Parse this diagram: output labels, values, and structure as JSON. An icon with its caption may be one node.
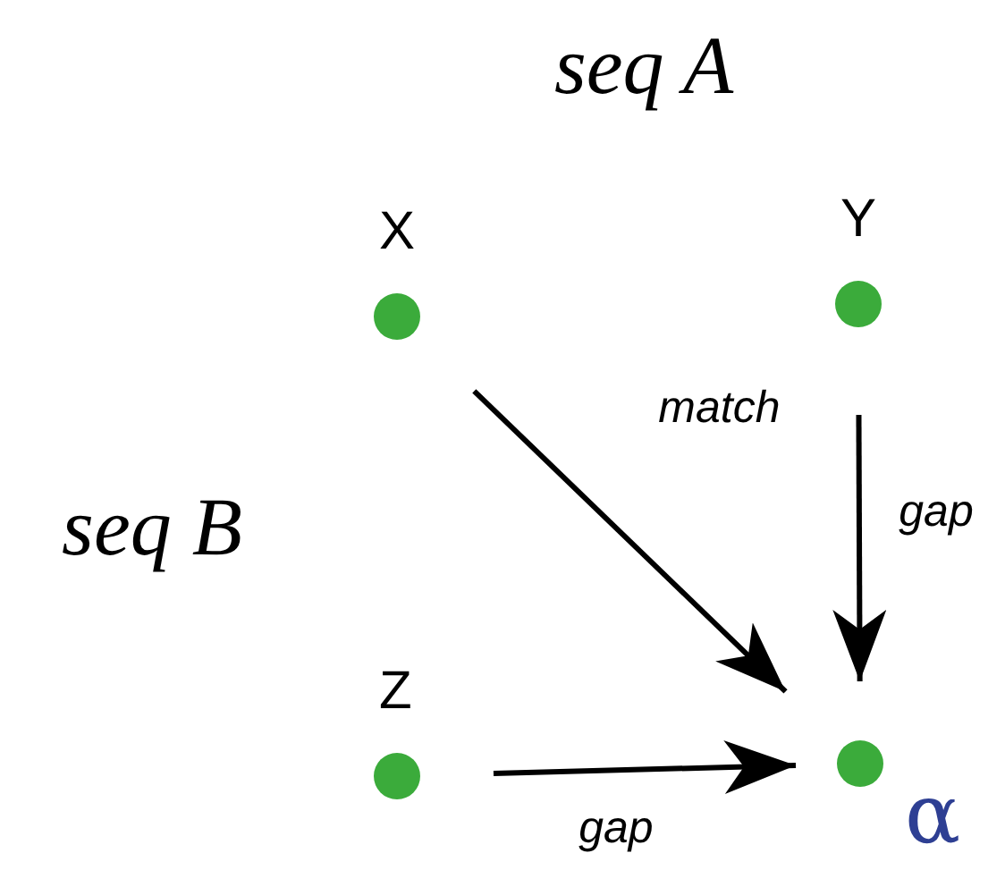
{
  "diagram": {
    "nodes": [
      {
        "text": [
          "X"
        ]
      },
      {
        "text": [
          "Y"
        ]
      },
      {
        "text": [
          "Z"
        ]
      },
      {
        "text": [
          "α"
        ]
      }
    ],
    "edges": [
      {
        "from": 0,
        "to": 3,
        "arrow": "to",
        "label": "match"
      },
      {
        "from": 1,
        "to": 3,
        "arrow": "to",
        "label": "gap"
      },
      {
        "from": 2,
        "to": 3,
        "arrow": "to",
        "label": "gap"
      }
    ],
    "labels": [
      "seq A",
      "seq B"
    ]
  }
}
